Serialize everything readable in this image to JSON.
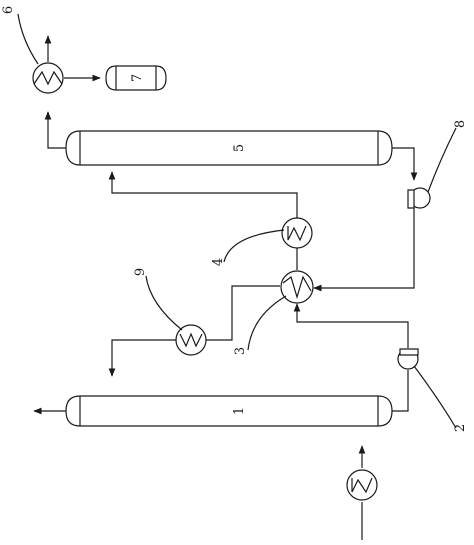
{
  "diagram": {
    "labels": {
      "column_1": "1",
      "pump_2": "2",
      "exchanger_3": "3",
      "exchanger_4": "4",
      "column_5": "5",
      "condenser_6": "6",
      "tank_7": "7",
      "pump_8": "8",
      "exchanger_9": "9"
    }
  }
}
